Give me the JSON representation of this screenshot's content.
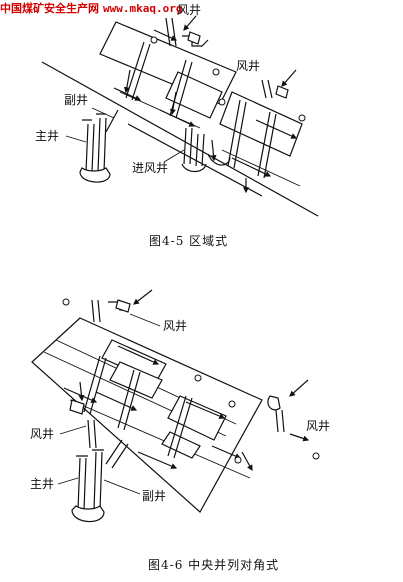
{
  "watermark": {
    "site": "中国煤矿安全生产网",
    "url": "www.mkaq.org",
    "color": "#d40000"
  },
  "figure1": {
    "caption": "图4-5 区域式",
    "labels": {
      "air_shaft_top": "风井",
      "air_shaft_right": "风井",
      "auxiliary_shaft": "副井",
      "main_shaft": "主井",
      "intake_shaft": "进风井"
    }
  },
  "figure2": {
    "caption": "图4-6 中央并列对角式",
    "labels": {
      "air_shaft_top": "风井",
      "air_shaft_left": "风井",
      "air_shaft_right": "风井",
      "main_shaft": "主井",
      "auxiliary_shaft": "副井"
    }
  }
}
